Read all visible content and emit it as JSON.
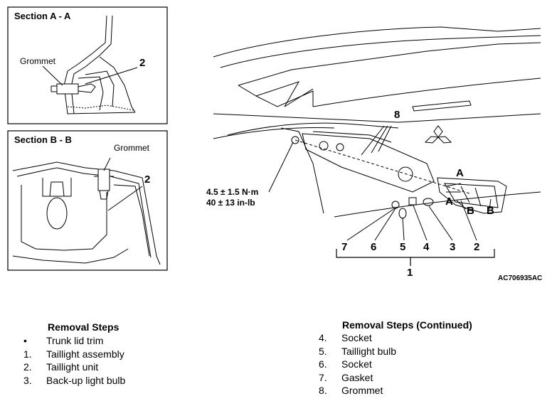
{
  "section_a": {
    "title": "Section A - A",
    "grommet_label": "Grommet",
    "part_num": "2"
  },
  "section_b": {
    "title": "Section B - B",
    "grommet_label": "Grommet",
    "part_num": "2"
  },
  "main": {
    "part8": "8",
    "torque_line1": "4.5 ± 1.5 N·m",
    "torque_line2": "40 ± 13 in-lb",
    "section_marks": [
      "A",
      "A",
      "B",
      "B"
    ],
    "bottom_nums": [
      "7",
      "6",
      "5",
      "4",
      "3",
      "2"
    ],
    "assembly_num": "1",
    "figure_code": "AC706935AC"
  },
  "steps_left": {
    "title": "Removal Steps",
    "items": [
      {
        "n": "•",
        "label": "Trunk lid trim"
      },
      {
        "n": "1.",
        "label": "Taillight assembly"
      },
      {
        "n": "2.",
        "label": "Taillight unit"
      },
      {
        "n": "3.",
        "label": "Back-up light bulb"
      }
    ]
  },
  "steps_right": {
    "title": "Removal Steps (Continued)",
    "items": [
      {
        "n": "4.",
        "label": "Socket"
      },
      {
        "n": "5.",
        "label": "Taillight bulb"
      },
      {
        "n": "6.",
        "label": "Socket"
      },
      {
        "n": "7.",
        "label": "Gasket"
      },
      {
        "n": "8.",
        "label": "Grommet"
      }
    ]
  }
}
